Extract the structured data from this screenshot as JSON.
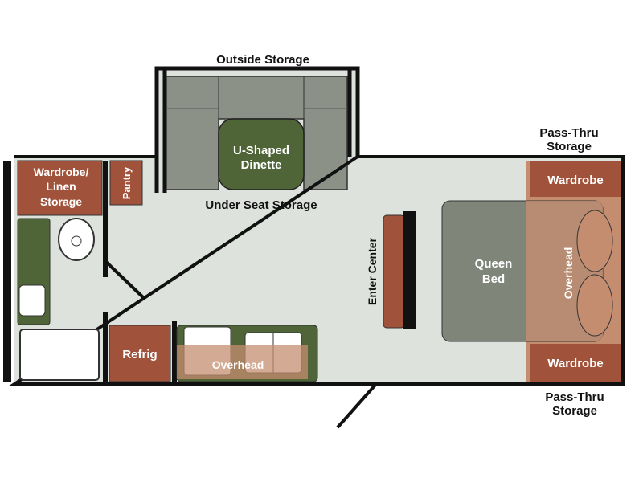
{
  "labels": {
    "outside_storage": "Outside Storage",
    "dinette_line1": "U-Shaped",
    "dinette_line2": "Dinette",
    "under_seat_storage": "Under Seat Storage",
    "wardrobe_linen_line1": "Wardrobe/",
    "wardrobe_linen_line2": "Linen",
    "wardrobe_linen_line3": "Storage",
    "pantry": "Pantry",
    "refrig": "Refrig",
    "kitchen_overhead": "Overhead",
    "enter_center": "Enter Center",
    "bed_line1": "Queen",
    "bed_line2": "Bed",
    "bed_overhead": "Overhead",
    "wardrobe_top": "Wardrobe",
    "wardrobe_bottom": "Wardrobe",
    "passthru_top_line1": "Pass-Thru",
    "passthru_top_line2": "Storage",
    "passthru_bottom_line1": "Pass-Thru",
    "passthru_bottom_line2": "Storage"
  },
  "colors": {
    "floor": "#dde2dc",
    "cabinet": "#a0533a",
    "counter": "#4f6537",
    "seat": "#8c9188",
    "bed": "#80857a",
    "overhead": "#c48d70"
  }
}
